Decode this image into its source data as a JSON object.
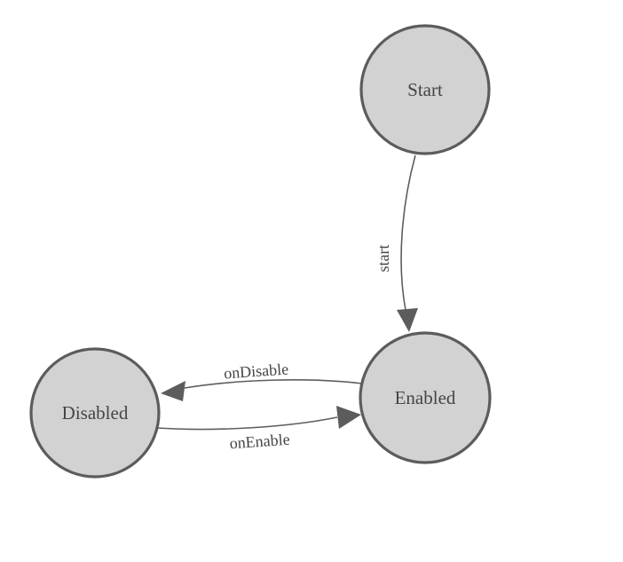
{
  "diagram": {
    "type": "state-machine",
    "nodes": [
      {
        "id": "start",
        "label": "Start"
      },
      {
        "id": "enabled",
        "label": "Enabled"
      },
      {
        "id": "disabled",
        "label": "Disabled"
      }
    ],
    "edges": [
      {
        "from": "Start",
        "to": "Enabled",
        "label": "start"
      },
      {
        "from": "Enabled",
        "to": "Disabled",
        "label": "onDisable"
      },
      {
        "from": "Disabled",
        "to": "Enabled",
        "label": "onEnable"
      }
    ],
    "colors": {
      "background": "#ffffff",
      "node_fill": "#d2d2d2",
      "node_border": "#5c5c5c",
      "edge_line": "#5e5e5e",
      "arrowhead": "#5c5c5c",
      "text": "#454545"
    }
  }
}
